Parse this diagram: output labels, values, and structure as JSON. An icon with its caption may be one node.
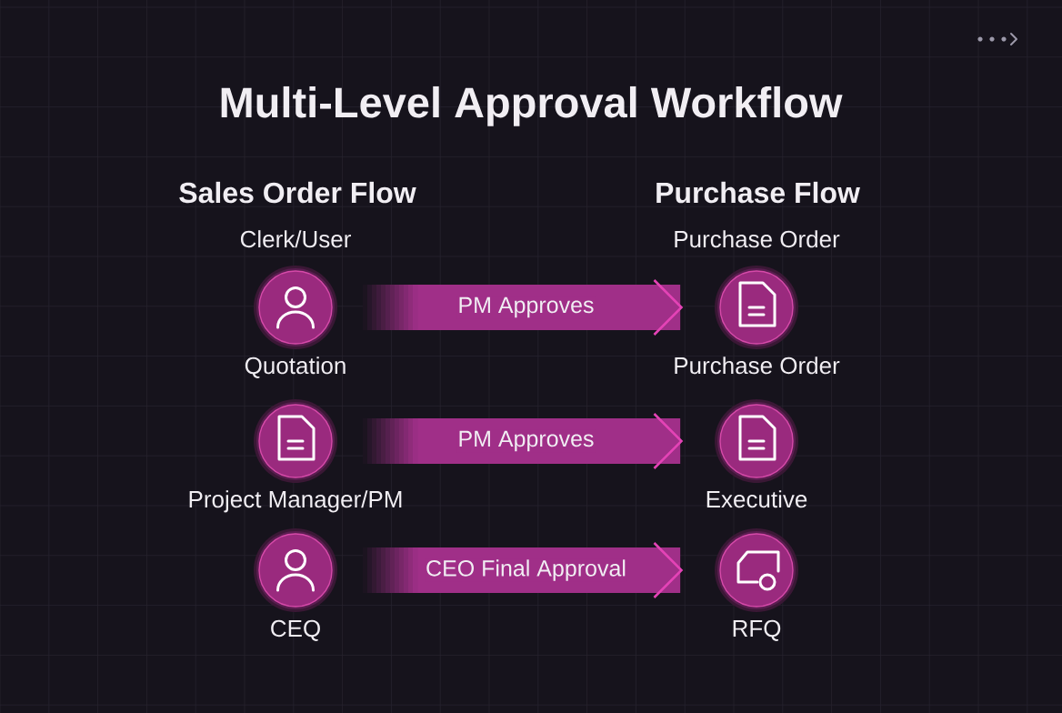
{
  "diagram": {
    "title": "Multi-Level Approval Workflow",
    "nodes": [
      {
        "text": [
          "Clerk/User",
          "Quotation"
        ]
      },
      {
        "text": [
          "Purchase Order",
          "Purchase Order"
        ]
      },
      {
        "text": [
          "Project Manager/PM"
        ]
      },
      {
        "text": [
          "Executive"
        ]
      },
      {
        "text": [
          "CEQ"
        ]
      },
      {
        "text": [
          "RFQ"
        ]
      }
    ],
    "edges": [
      {
        "from": 0,
        "to": 1,
        "arrow": "to",
        "label": "PM Approves"
      },
      {
        "from": 2,
        "to": 3,
        "arrow": "to",
        "label": "PM Approves"
      },
      {
        "from": 4,
        "to": 5,
        "arrow": "to",
        "label": "CEO Final Approval"
      }
    ],
    "labels": [
      "Sales Order Flow",
      "Purchase Flow"
    ]
  }
}
